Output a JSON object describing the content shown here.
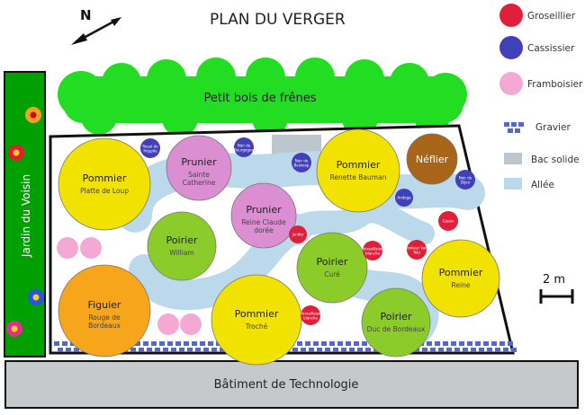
{
  "title": "PLAN DU VERGER",
  "north_label": "N",
  "scale_label": "2 m",
  "woods_label": "Petit bois de frênes",
  "neighbour_label": "Jardin du Voisin",
  "building_label": "Bâtiment de Technologie",
  "legend": {
    "groseillier": "Groseillier",
    "cassissier": "Cassissier",
    "framboisier": "Framboisier",
    "gravier": "Gravier",
    "bac_solide": "Bac solide",
    "allee": "Allée"
  },
  "trees": [
    {
      "name": "Pommier",
      "variety": "Platte de Loup",
      "color": "#f2e200"
    },
    {
      "name": "Prunier",
      "variety": "Sainte Catherine",
      "color": "#dc8ed2"
    },
    {
      "name": "Pommier",
      "variety": "Renette Bauman",
      "color": "#f2e200"
    },
    {
      "name": "Néflier",
      "variety": "",
      "color": "#a8651a"
    },
    {
      "name": "Prunier",
      "variety": "Reine Claude dorée",
      "color": "#dc8ed2"
    },
    {
      "name": "Poirier",
      "variety": "William",
      "color": "#8ccc2a"
    },
    {
      "name": "Poirier",
      "variety": "Curé",
      "color": "#8ccc2a"
    },
    {
      "name": "Pommier",
      "variety": "Reine",
      "color": "#f2e200"
    },
    {
      "name": "Figuier",
      "variety": "Rouge de Bordeaux",
      "color": "#f7a51a"
    },
    {
      "name": "Pommier",
      "variety": "Troché",
      "color": "#f2e200"
    },
    {
      "name": "Poirier",
      "variety": "Duc de Bordeaux",
      "color": "#8ccc2a"
    }
  ],
  "bushes": [
    {
      "label": "Royal de Hepplie",
      "type": "cassissier"
    },
    {
      "label": "Noir de Bourgogne",
      "type": "cassissier"
    },
    {
      "label": "Noir de Boskoop",
      "type": "cassissier"
    },
    {
      "label": "Andega",
      "type": "cassissier"
    },
    {
      "label": "Noir de Dijon",
      "type": "cassissier"
    },
    {
      "label": "Cassis",
      "type": "groseillier"
    },
    {
      "label": "Junifer",
      "type": "groseillier"
    },
    {
      "label": "Versaillaise blanche",
      "type": "groseillier"
    },
    {
      "label": "Jonkeer Van Tets",
      "type": "groseillier"
    },
    {
      "label": "Versaillaise blanche",
      "type": "groseillier"
    }
  ],
  "colors": {
    "groseillier": "#e0203a",
    "cassissier": "#4040b8",
    "framboisier": "#f3a9d4",
    "gravier": "#5566cc",
    "bac_solide": "#bcc6cc",
    "allee": "#bcd9ec",
    "woods": "#22dd22",
    "neighbour": "#00a000",
    "building": "#c6c9cc"
  }
}
